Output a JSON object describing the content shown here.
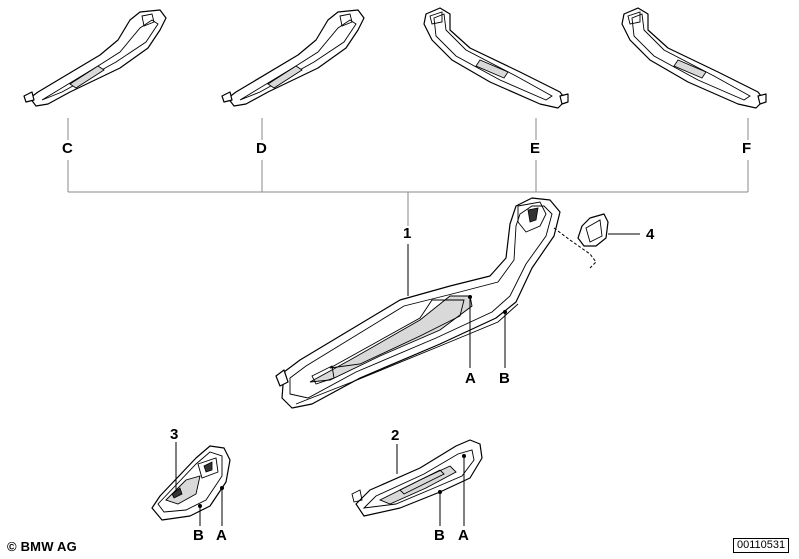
{
  "callouts": {
    "C": "C",
    "D": "D",
    "E": "E",
    "F": "F",
    "main": "1",
    "part2": "2",
    "part3": "3",
    "part4": "4",
    "main_A": "A",
    "main_B": "B",
    "p2_A": "A",
    "p2_B": "B",
    "p3_A": "A",
    "p3_B": "B"
  },
  "footer": {
    "copyright": "© BMW AG",
    "doc_number": "00110531"
  }
}
